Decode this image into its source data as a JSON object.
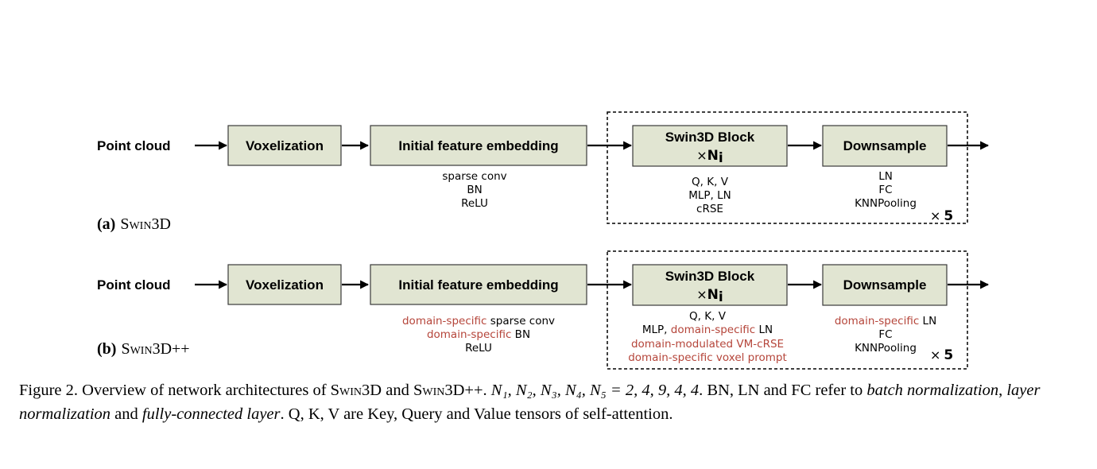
{
  "diagram_a": {
    "input_label": "Point cloud",
    "voxelization": "Voxelization",
    "embedding": "Initial feature embedding",
    "embedding_notes": [
      "sparse conv",
      "BN",
      "ReLU"
    ],
    "block_title": "Swin3D Block",
    "block_times": "×",
    "block_repeat": "N",
    "block_repeat_sub": "i",
    "block_notes": [
      "Q, K, V",
      "MLP, LN",
      "cRSE"
    ],
    "downsample": "Downsample",
    "downsample_notes": [
      "LN",
      "FC",
      "KNNPooling"
    ],
    "stage_repeat_times": "×",
    "stage_repeat": "5",
    "subfig_letter": "(a)",
    "subfig_name": "Swin3D"
  },
  "diagram_b": {
    "input_label": "Point cloud",
    "voxelization": "Voxelization",
    "embedding": "Initial feature embedding",
    "embedding_note1_red": "domain-specific",
    "embedding_note1_black": " sparse conv",
    "embedding_note2_red": "domain-specific",
    "embedding_note2_black": " BN",
    "embedding_note3": "ReLU",
    "block_title": "Swin3D Block",
    "block_times": "×",
    "block_repeat": "N",
    "block_repeat_sub": "i",
    "block_note1": "Q, K, V",
    "block_note2_black": "MLP, ",
    "block_note2_red": "domain-specific",
    "block_note2_black_end": " LN",
    "block_note3_red": "domain-modulated VM-cRSE",
    "block_note4_red": "domain-specific voxel prompt",
    "downsample": "Downsample",
    "downsample_note1_red": "domain-specific",
    "downsample_note1_black": " LN",
    "downsample_note2": "FC",
    "downsample_note3": "KNNPooling",
    "stage_repeat_times": "×",
    "stage_repeat": "5",
    "subfig_letter": "(b)",
    "subfig_name": "Swin3D++"
  },
  "caption": {
    "p1": "Figure 2. Overview of network architectures of ",
    "swin3d": "Swin3D",
    "and": " and ",
    "swin3dpp": "Swin3D++",
    "p2": ". ",
    "math": "N₁, N₂, N₃, N₄, N₅ = 2, 4, 9, 4, 4",
    "p3": ". BN, LN and FC refer to ",
    "bn_full": "batch normalization",
    "comma": ", ",
    "ln_full": "layer normalization",
    "and2": " and ",
    "fc_full": "fully-connected layer",
    "p4": ". Q, K, V are Key, Query and Value tensors of self-attention."
  }
}
